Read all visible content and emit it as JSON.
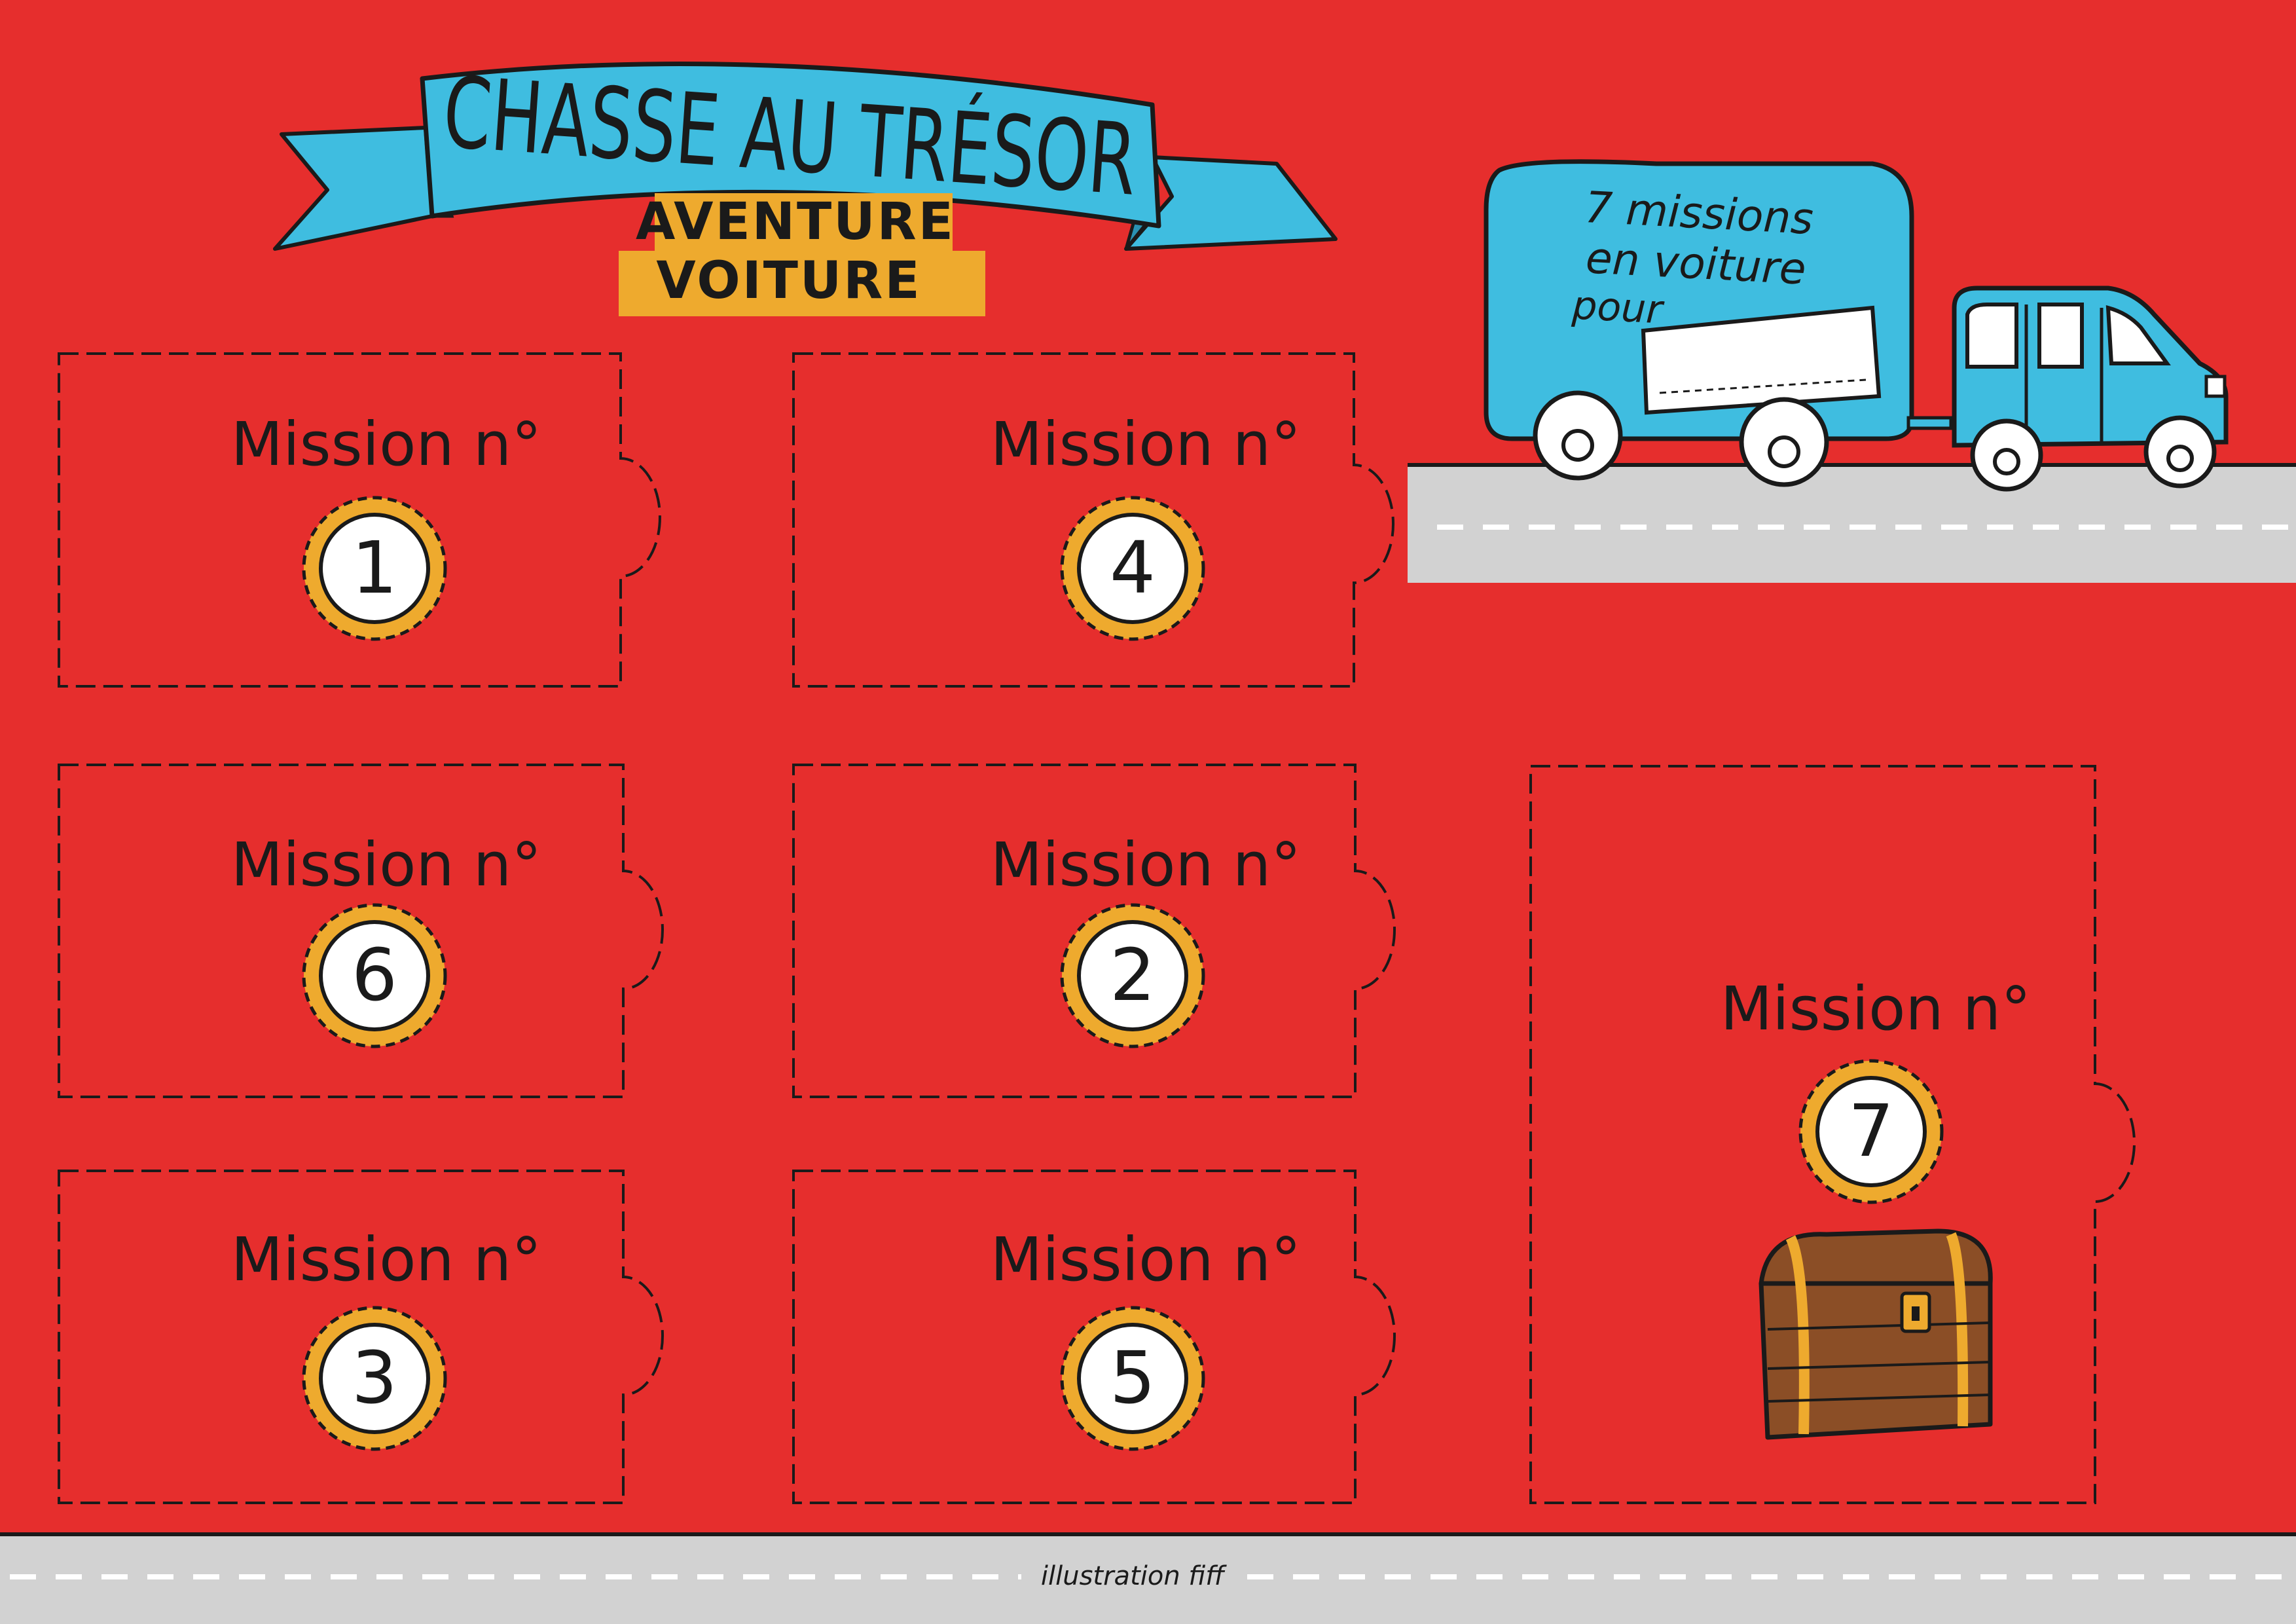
{
  "header": {
    "title": "CHASSE AU TRÉSOR",
    "subtitle_line1": "AVENTURE",
    "subtitle_line2": "VOITURE"
  },
  "truck": {
    "line1": "7 missions",
    "line2": "en voiture",
    "line3": "pour"
  },
  "cards": [
    {
      "label": "Mission n°",
      "number": "1"
    },
    {
      "label": "Mission n°",
      "number": "4"
    },
    {
      "label": "Mission n°",
      "number": "6"
    },
    {
      "label": "Mission n°",
      "number": "2"
    },
    {
      "label": "Mission n°",
      "number": "3"
    },
    {
      "label": "Mission n°",
      "number": "5"
    },
    {
      "label": "Mission n°",
      "number": "7"
    }
  ],
  "footer": {
    "credit": "illustration fiff"
  },
  "colors": {
    "background": "#e62e2d",
    "ribbon": "#3fbde0",
    "subtitle_box": "#eeaa2e",
    "road": "#d2d2d2",
    "badge": "#eeaa2e",
    "chest": "#8b4e26"
  }
}
